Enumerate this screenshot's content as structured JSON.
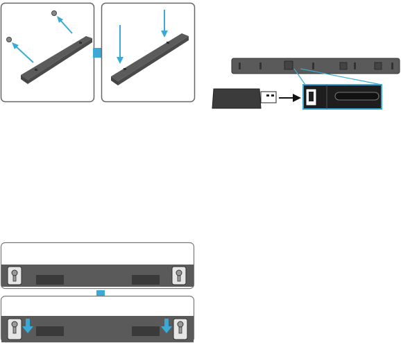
{
  "document": {
    "figures": [
      {
        "id": "mount-screws",
        "panels": 2,
        "has_text": false
      },
      {
        "id": "usb-port-connection",
        "has_text": false
      },
      {
        "id": "bracket-slide-down",
        "panels": 2,
        "has_text": false
      }
    ]
  },
  "icons": {
    "arrow_color": "#3aa9d6",
    "arrow_names": [
      "blue-arrow-icon",
      "black-arrow-icon",
      "down-arrow-icon"
    ],
    "highlight_color": "#3aa9d6",
    "device_color": "#555555"
  }
}
